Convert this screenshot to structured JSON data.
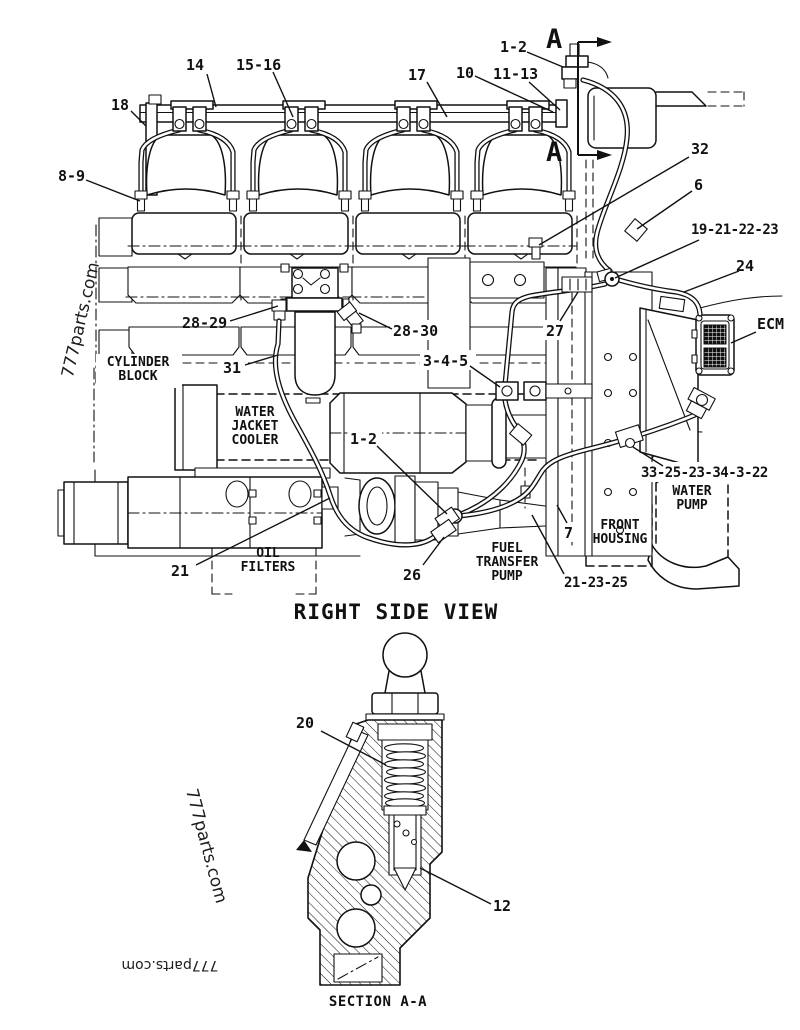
{
  "page": {
    "background": "#ffffff",
    "line_color": "#111111"
  },
  "watermark": {
    "text": "777parts.com"
  },
  "main_view": {
    "title": "RIGHT SIDE VIEW",
    "section_marker": "A",
    "component_labels": {
      "cylinder_block": "CYLINDER\nBLOCK",
      "water_jacket_cooler": "WATER\nJACKET\nCOOLER",
      "oil_filters": "OIL\nFILTERS",
      "fuel_transfer_pump": "FUEL\nTRANSFER\nPUMP",
      "front_housing": "FRONT\nHOUSING",
      "water_pump": "WATER\nPUMP",
      "ecm": "ECM"
    },
    "callouts": {
      "top": {
        "c1_2": "1-2",
        "c10": "10",
        "c11_13": "11-13",
        "c14": "14",
        "c15_16": "15-16",
        "c17": "17",
        "c18": "18",
        "c8_9": "8-9"
      },
      "right": {
        "c32": "32",
        "c6": "6",
        "c19_21_22_23": "19-21-22-23",
        "c24": "24",
        "c27": "27",
        "c33_25_23_34_3_22": "33-25-23-34-3-22"
      },
      "middle": {
        "c28_29": "28-29",
        "c28_30": "28-30",
        "c31": "31",
        "c3_4_5": "3-4-5",
        "c1_2": "1-2"
      },
      "bottom": {
        "c7": "7",
        "c21": "21",
        "c26": "26",
        "c21_23_25": "21-23-25"
      }
    }
  },
  "section_view": {
    "title": "SECTION A-A",
    "callouts": {
      "c20": "20",
      "c12": "12"
    }
  }
}
